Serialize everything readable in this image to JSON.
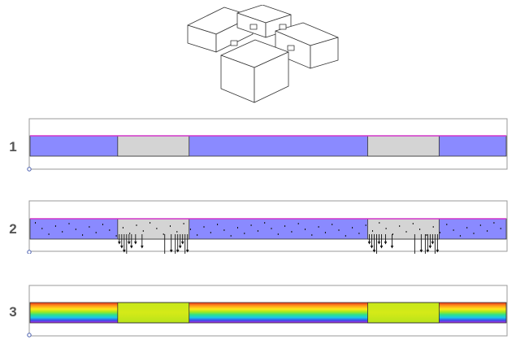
{
  "colors": {
    "frame": "#9a9a9a",
    "strip": "#8a8aff",
    "block": "#d4d4d4",
    "top_edge": "#d236c8",
    "origin": "#4a5fb0",
    "arrow": "#111111"
  },
  "icons": {
    "isometric": "3d-model-icon",
    "origin": "origin-marker-icon"
  },
  "strip": {
    "blocks": [
      {
        "start": 0.184,
        "end": 0.334
      },
      {
        "start": 0.709,
        "end": 0.859
      }
    ]
  },
  "panels": [
    {
      "number": "1",
      "kind": "geometry"
    },
    {
      "number": "2",
      "kind": "flux"
    },
    {
      "number": "3",
      "kind": "temperature"
    }
  ]
}
